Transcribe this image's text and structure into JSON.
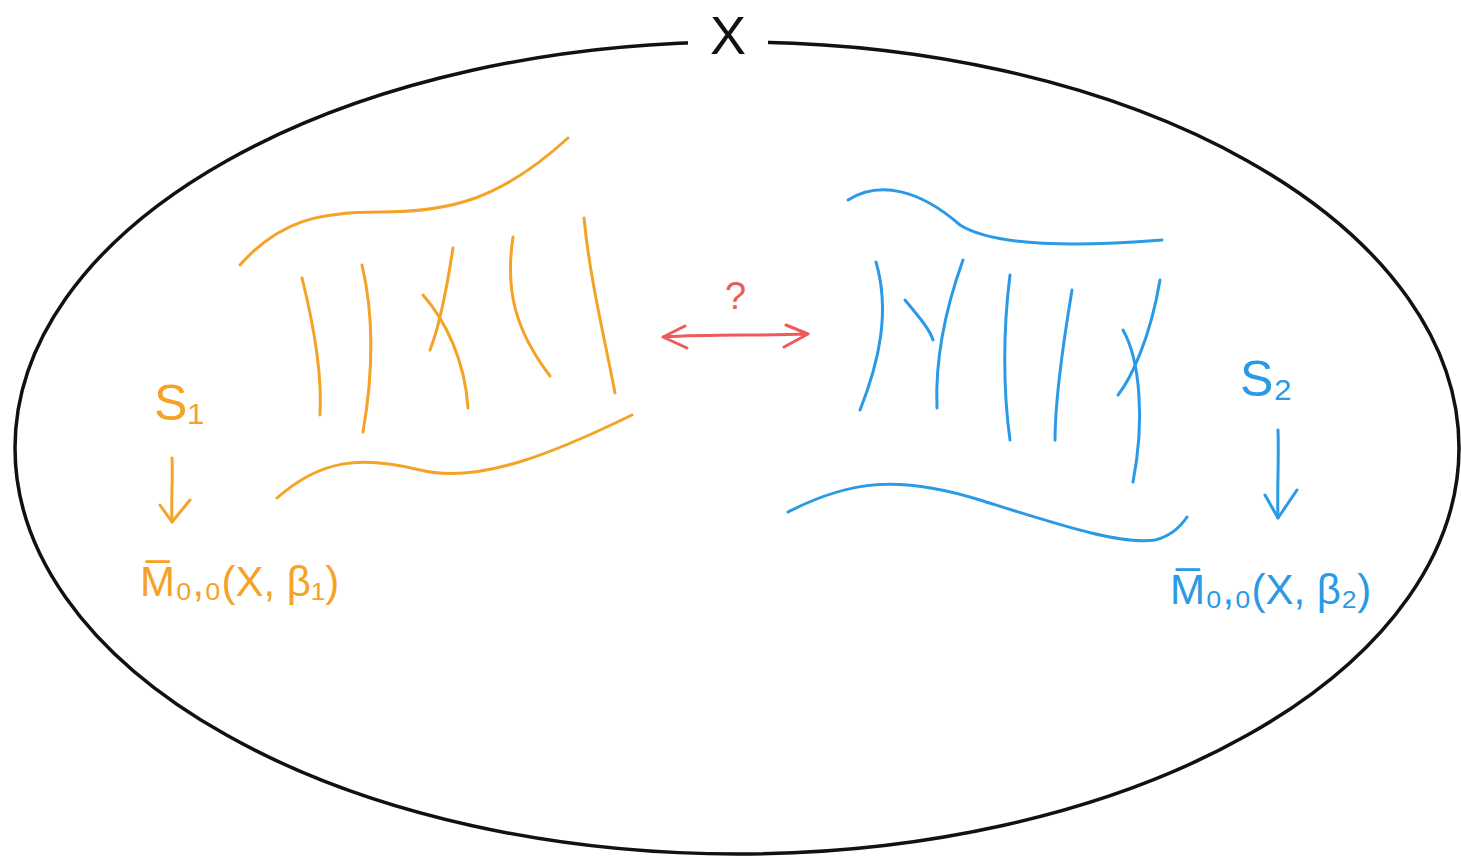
{
  "diagram": {
    "nodes": [
      {
        "text": [
          "X"
        ]
      },
      {
        "text": [
          "S₁"
        ],
        "in": 0
      },
      {
        "text": [
          "S₂"
        ],
        "in": 0
      }
    ],
    "edges": [
      {
        "from": 1,
        "to": 2,
        "arrow": "both",
        "label": "?"
      }
    ],
    "labels": [
      "M̅₀,₀(X, β₁)",
      "M̅₀,₀(X, β₂)"
    ]
  }
}
